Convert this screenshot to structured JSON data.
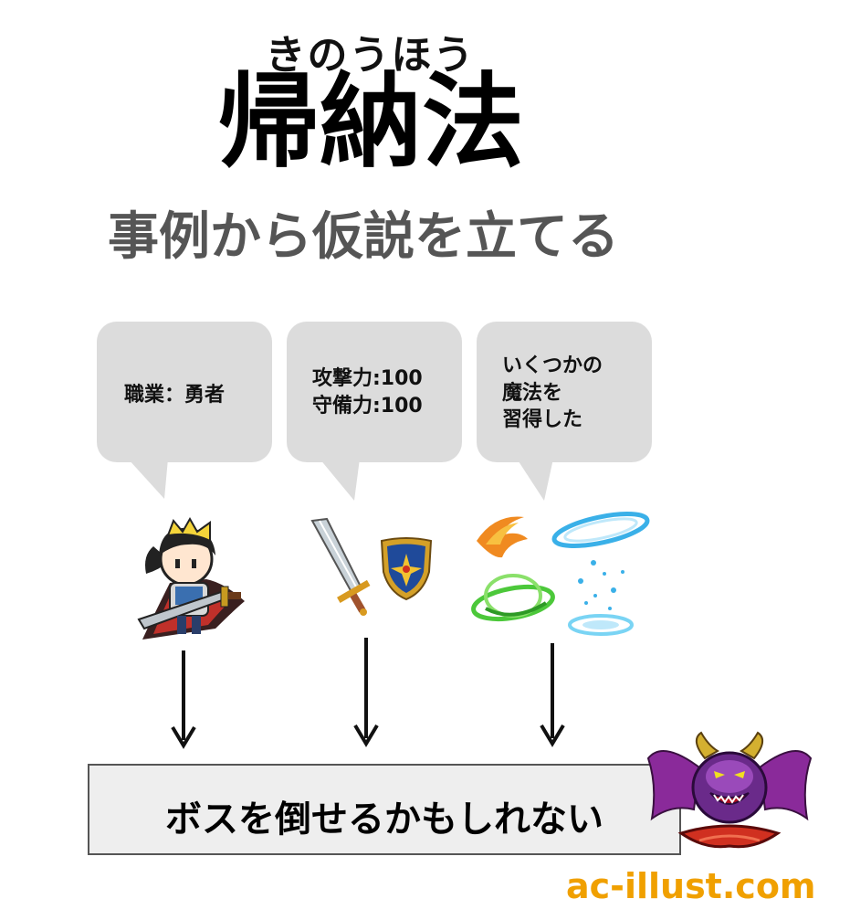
{
  "header": {
    "reading": "きのうほう",
    "title": "帰納法",
    "subtitle": "事例から仮説を立てる"
  },
  "bubbles": [
    {
      "lines": [
        "職業：勇者"
      ]
    },
    {
      "lines": [
        "攻撃力:100",
        "守備力:100"
      ]
    },
    {
      "lines": [
        "いくつかの",
        "魔法を",
        "習得した"
      ]
    }
  ],
  "conclusion": "ボスを倒せるかもしれない",
  "credit": "ac-illust.com",
  "icons": {
    "hero": "hero-character-icon",
    "sword": "sword-icon",
    "shield": "shield-icon",
    "magic": "magic-effects-icon",
    "boss": "demon-boss-icon"
  },
  "colors": {
    "bubble": "#dcdcdc",
    "credit": "#f0a000",
    "subtitle": "#555555"
  }
}
